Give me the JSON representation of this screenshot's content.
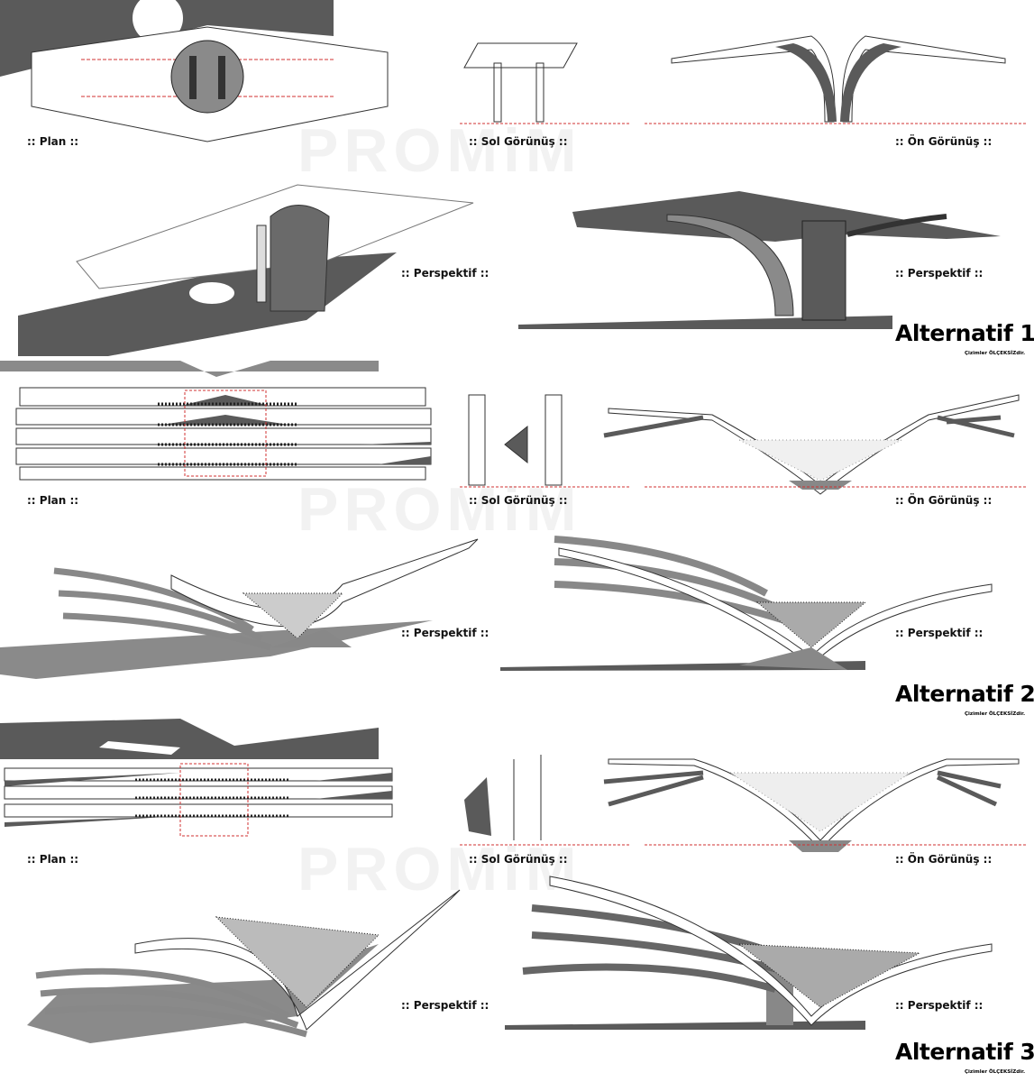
{
  "watermark": "PROMiM",
  "note": "Çizimler ÖLÇEKSİZdir.",
  "alternatives": [
    {
      "title": "Alternatif 1",
      "labels": {
        "plan": ":: Plan ::",
        "left": ":: Sol Görünüş ::",
        "front": ":: Ön Görünüş ::",
        "persp1": ":: Perspektif ::",
        "persp2": ":: Perspektif ::"
      }
    },
    {
      "title": "Alternatif 2",
      "labels": {
        "plan": ":: Plan ::",
        "left": ":: Sol Görünüş ::",
        "front": ":: Ön Görünüş ::",
        "persp1": ":: Perspektif ::",
        "persp2": ":: Perspektif ::"
      }
    },
    {
      "title": "Alternatif 3",
      "labels": {
        "plan": ":: Plan ::",
        "left": ":: Sol Görünüş ::",
        "front": ":: Ön Görünüş ::",
        "persp1": ":: Perspektif ::",
        "persp2": ":: Perspektif ::"
      }
    }
  ],
  "colors": {
    "shadow": "#5a5a5a",
    "line": "#333333",
    "red": "#d03030"
  }
}
